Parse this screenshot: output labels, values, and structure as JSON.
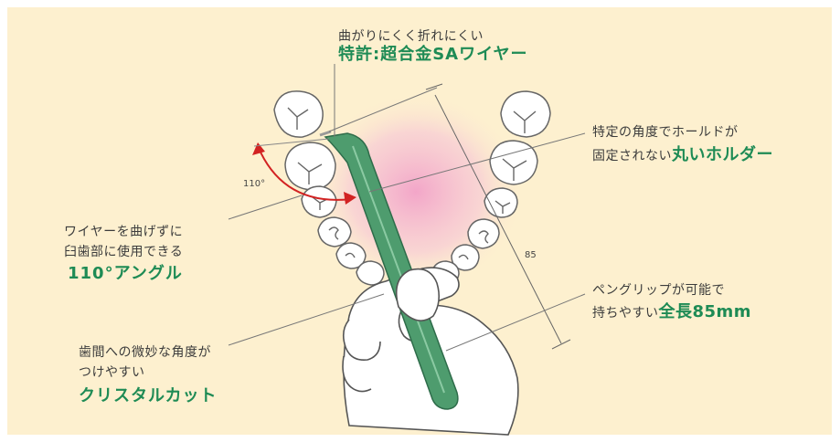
{
  "callouts": {
    "wire": {
      "line1": "曲がりにくく折れにくい",
      "headline": "特許:超合金SAワイヤー"
    },
    "holder": {
      "line1": "特定の角度でホールドが",
      "line2_plain": "固定されない",
      "line2_highlight": "丸いホルダー"
    },
    "angle": {
      "line1": "ワイヤーを曲げずに",
      "line2": "臼歯部に使用できる",
      "headline": "110°アングル"
    },
    "grip": {
      "line1": "ペングリップが可能で",
      "line2_plain": "持ちやすい",
      "line2_highlight": "全長85mm"
    },
    "cut": {
      "line1": "歯間への微妙な角度が",
      "line2": "つけやすい",
      "headline": "クリスタルカット"
    }
  },
  "dimensions": {
    "angle_label": "110°",
    "length_label": "85"
  },
  "colors": {
    "background": "#fdf0cf",
    "highlight_green": "#1e8b55",
    "brush_green": "#4e9c6e",
    "angle_arrow": "#d22222",
    "pink_glow": "#f2a2c8"
  }
}
